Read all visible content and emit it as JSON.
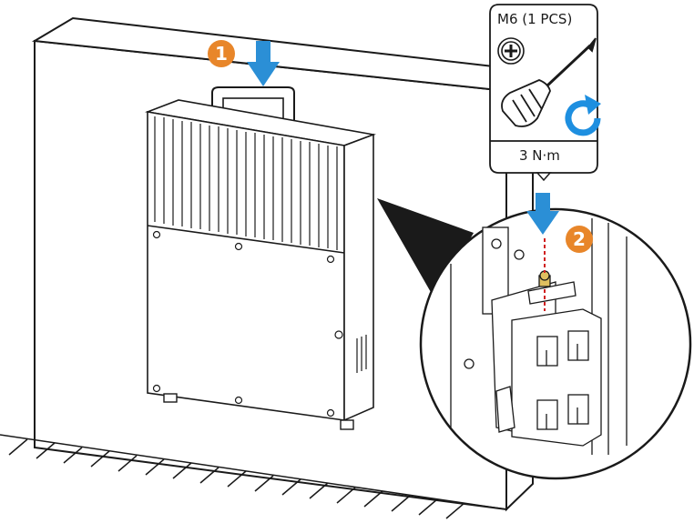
{
  "steps": [
    {
      "number": "1"
    },
    {
      "number": "2"
    }
  ],
  "tool_callout": {
    "screw_spec": "M6 (1 PCS)",
    "torque": "3 N·m",
    "screw_head_icon": "phillips-screw-head-icon",
    "tool_icon": "screwdriver-icon",
    "rotation_icon": "clockwise-rotation-icon"
  },
  "colors": {
    "step_badge": "#e8862a",
    "arrow": "#2b8fd6",
    "rotation": "#1e8fe0",
    "line": "#1a1a1a"
  }
}
